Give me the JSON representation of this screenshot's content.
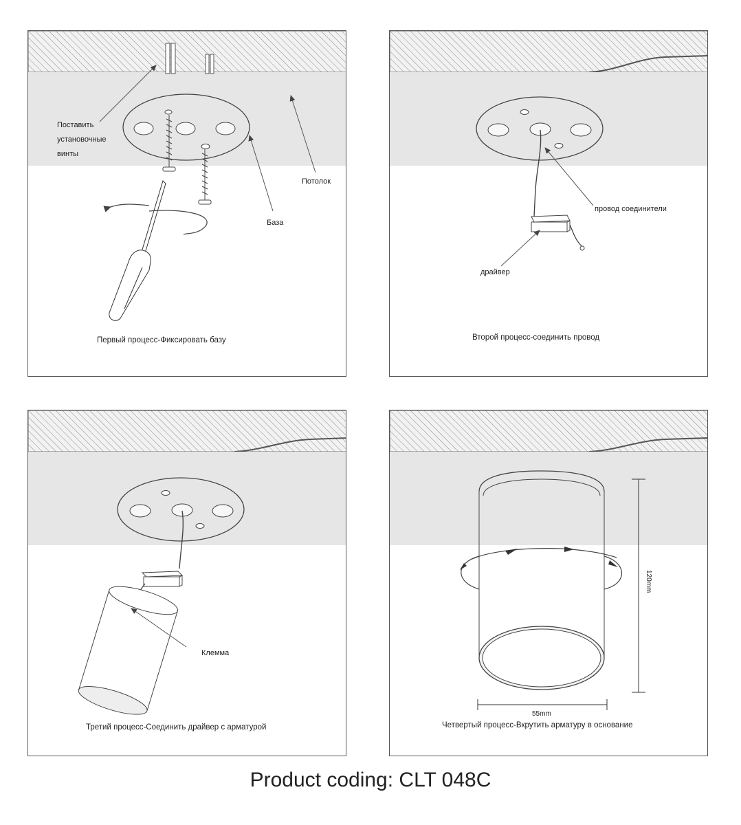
{
  "panels": [
    {
      "caption": "Первый процесс-Фиксировать базу",
      "labels": {
        "screws": [
          "Поставить",
          "установочные",
          "винты"
        ],
        "ceiling": "Потолок",
        "base": "База"
      }
    },
    {
      "caption": "Второй процесс-соединить провод",
      "labels": {
        "wire": "провод соединители",
        "driver": "драйвер"
      }
    },
    {
      "caption": "Третий процесс-Соединить драйвер с арматурой",
      "labels": {
        "terminal": "Клемма"
      }
    },
    {
      "caption": "Четвертый процесс-Вкрутить арматуру в основание",
      "labels": {
        "height": "120mm",
        "width": "55mm"
      }
    }
  ],
  "footer": "Product coding: CLT 048C"
}
